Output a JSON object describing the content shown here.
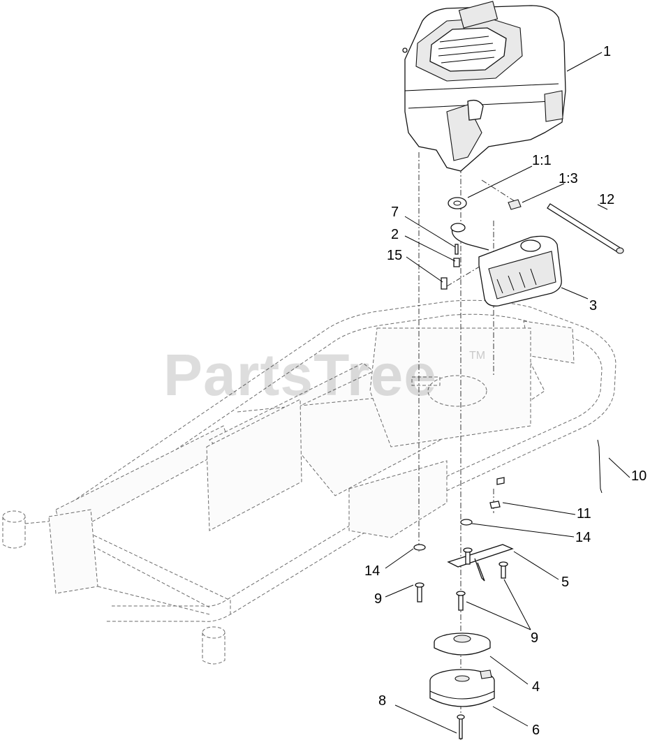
{
  "watermark": {
    "text": "PartsTree",
    "trademark": "TM"
  },
  "callouts": [
    {
      "id": "c-1",
      "label": "1"
    },
    {
      "id": "c-1-1",
      "label": "1:1"
    },
    {
      "id": "c-1-3",
      "label": "1:3"
    },
    {
      "id": "c-12",
      "label": "12"
    },
    {
      "id": "c-7",
      "label": "7"
    },
    {
      "id": "c-2",
      "label": "2"
    },
    {
      "id": "c-15",
      "label": "15"
    },
    {
      "id": "c-3",
      "label": "3"
    },
    {
      "id": "c-10",
      "label": "10"
    },
    {
      "id": "c-11",
      "label": "11"
    },
    {
      "id": "c-14a",
      "label": "14"
    },
    {
      "id": "c-14b",
      "label": "14"
    },
    {
      "id": "c-5",
      "label": "5"
    },
    {
      "id": "c-9a",
      "label": "9"
    },
    {
      "id": "c-9b",
      "label": "9"
    },
    {
      "id": "c-4",
      "label": "4"
    },
    {
      "id": "c-8",
      "label": "8"
    },
    {
      "id": "c-6",
      "label": "6"
    }
  ]
}
